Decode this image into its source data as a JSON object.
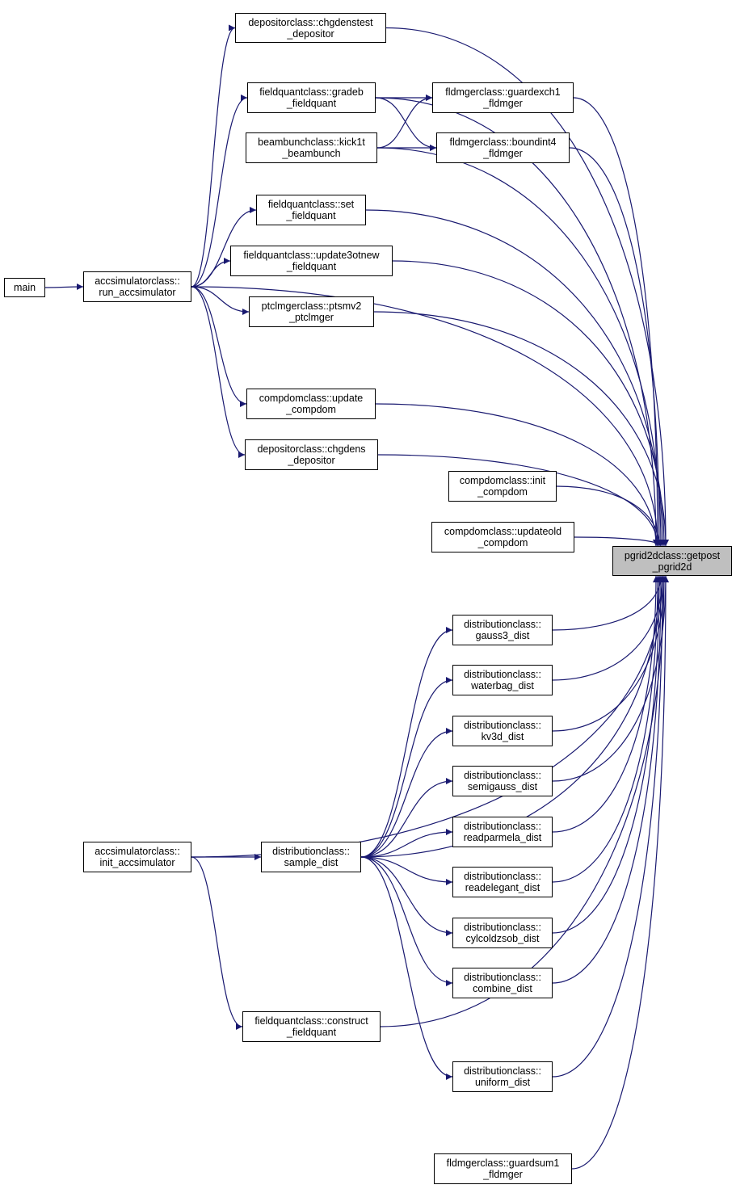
{
  "colors": {
    "edge": "#191970",
    "node_border": "#000000",
    "focus_fill": "#bfbfbf"
  },
  "nodes": {
    "depositor_chgdenstest": [
      "depositorclass::chgdenstest",
      "_depositor"
    ],
    "fq_gradeb": [
      "fieldquantclass::gradeb",
      "_fieldquant"
    ],
    "fld_guardexch1": [
      "fldmgerclass::guardexch1",
      "_fldmger"
    ],
    "bb_kick1t": [
      "beambunchclass::kick1t",
      "_beambunch"
    ],
    "fld_boundint4": [
      "fldmgerclass::boundint4",
      "_fldmger"
    ],
    "fq_set": [
      "fieldquantclass::set",
      "_fieldquant"
    ],
    "fq_update3otnew": [
      "fieldquantclass::update3otnew",
      "_fieldquant"
    ],
    "main": [
      "main"
    ],
    "acc_run": [
      "accsimulatorclass::",
      "run_accsimulator"
    ],
    "ptcl_ptsmv2": [
      "ptclmgerclass::ptsmv2",
      "_ptclmger"
    ],
    "cd_update": [
      "compdomclass::update",
      "_compdom"
    ],
    "depositor_chgdens": [
      "depositorclass::chgdens",
      "_depositor"
    ],
    "cd_init": [
      "compdomclass::init",
      "_compdom"
    ],
    "cd_updateold": [
      "compdomclass::updateold",
      "_compdom"
    ],
    "pgrid_getpost": [
      "pgrid2dclass::getpost",
      "_pgrid2d"
    ],
    "dist_gauss3": [
      "distributionclass::",
      "gauss3_dist"
    ],
    "dist_waterbag": [
      "distributionclass::",
      "waterbag_dist"
    ],
    "dist_kv3d": [
      "distributionclass::",
      "kv3d_dist"
    ],
    "dist_semigauss": [
      "distributionclass::",
      "semigauss_dist"
    ],
    "dist_readparmela": [
      "distributionclass::",
      "readparmela_dist"
    ],
    "acc_init": [
      "accsimulatorclass::",
      "init_accsimulator"
    ],
    "dist_sample": [
      "distributionclass::",
      "sample_dist"
    ],
    "dist_readelegant": [
      "distributionclass::",
      "readelegant_dist"
    ],
    "dist_cylcoldzsob": [
      "distributionclass::",
      "cylcoldzsob_dist"
    ],
    "dist_combine": [
      "distributionclass::",
      "combine_dist"
    ],
    "fq_construct": [
      "fieldquantclass::construct",
      "_fieldquant"
    ],
    "dist_uniform": [
      "distributionclass::",
      "uniform_dist"
    ],
    "fld_guardsum1": [
      "fldmgerclass::guardsum1",
      "_fldmger"
    ]
  },
  "edges": [
    [
      "main",
      "acc_run"
    ],
    [
      "acc_run",
      "depositor_chgdenstest"
    ],
    [
      "acc_run",
      "fq_gradeb"
    ],
    [
      "acc_run",
      "fq_set"
    ],
    [
      "acc_run",
      "fq_update3otnew"
    ],
    [
      "acc_run",
      "ptcl_ptsmv2"
    ],
    [
      "acc_run",
      "cd_update"
    ],
    [
      "acc_run",
      "depositor_chgdens"
    ],
    [
      "acc_run",
      "pgrid_getpost"
    ],
    [
      "fq_gradeb",
      "fld_guardexch1"
    ],
    [
      "fq_gradeb",
      "fld_boundint4"
    ],
    [
      "bb_kick1t",
      "fld_guardexch1"
    ],
    [
      "bb_kick1t",
      "fld_boundint4"
    ],
    [
      "depositor_chgdenstest",
      "pgrid_getpost"
    ],
    [
      "fq_gradeb",
      "pgrid_getpost"
    ],
    [
      "fld_guardexch1",
      "pgrid_getpost"
    ],
    [
      "fld_boundint4",
      "pgrid_getpost"
    ],
    [
      "bb_kick1t",
      "pgrid_getpost"
    ],
    [
      "fq_set",
      "pgrid_getpost"
    ],
    [
      "fq_update3otnew",
      "pgrid_getpost"
    ],
    [
      "ptcl_ptsmv2",
      "pgrid_getpost"
    ],
    [
      "cd_update",
      "pgrid_getpost"
    ],
    [
      "depositor_chgdens",
      "pgrid_getpost"
    ],
    [
      "cd_init",
      "pgrid_getpost"
    ],
    [
      "cd_updateold",
      "pgrid_getpost"
    ],
    [
      "acc_init",
      "pgrid_getpost"
    ],
    [
      "acc_init",
      "dist_sample"
    ],
    [
      "acc_init",
      "fq_construct"
    ],
    [
      "dist_sample",
      "dist_gauss3"
    ],
    [
      "dist_sample",
      "dist_waterbag"
    ],
    [
      "dist_sample",
      "dist_kv3d"
    ],
    [
      "dist_sample",
      "dist_semigauss"
    ],
    [
      "dist_sample",
      "dist_readparmela"
    ],
    [
      "dist_sample",
      "dist_readelegant"
    ],
    [
      "dist_sample",
      "dist_cylcoldzsob"
    ],
    [
      "dist_sample",
      "dist_combine"
    ],
    [
      "dist_sample",
      "dist_uniform"
    ],
    [
      "dist_sample",
      "pgrid_getpost"
    ],
    [
      "dist_gauss3",
      "pgrid_getpost"
    ],
    [
      "dist_waterbag",
      "pgrid_getpost"
    ],
    [
      "dist_kv3d",
      "pgrid_getpost"
    ],
    [
      "dist_semigauss",
      "pgrid_getpost"
    ],
    [
      "dist_readparmela",
      "pgrid_getpost"
    ],
    [
      "dist_readelegant",
      "pgrid_getpost"
    ],
    [
      "dist_cylcoldzsob",
      "pgrid_getpost"
    ],
    [
      "dist_combine",
      "pgrid_getpost"
    ],
    [
      "dist_uniform",
      "pgrid_getpost"
    ],
    [
      "fq_construct",
      "pgrid_getpost"
    ],
    [
      "fld_guardsum1",
      "pgrid_getpost"
    ]
  ]
}
